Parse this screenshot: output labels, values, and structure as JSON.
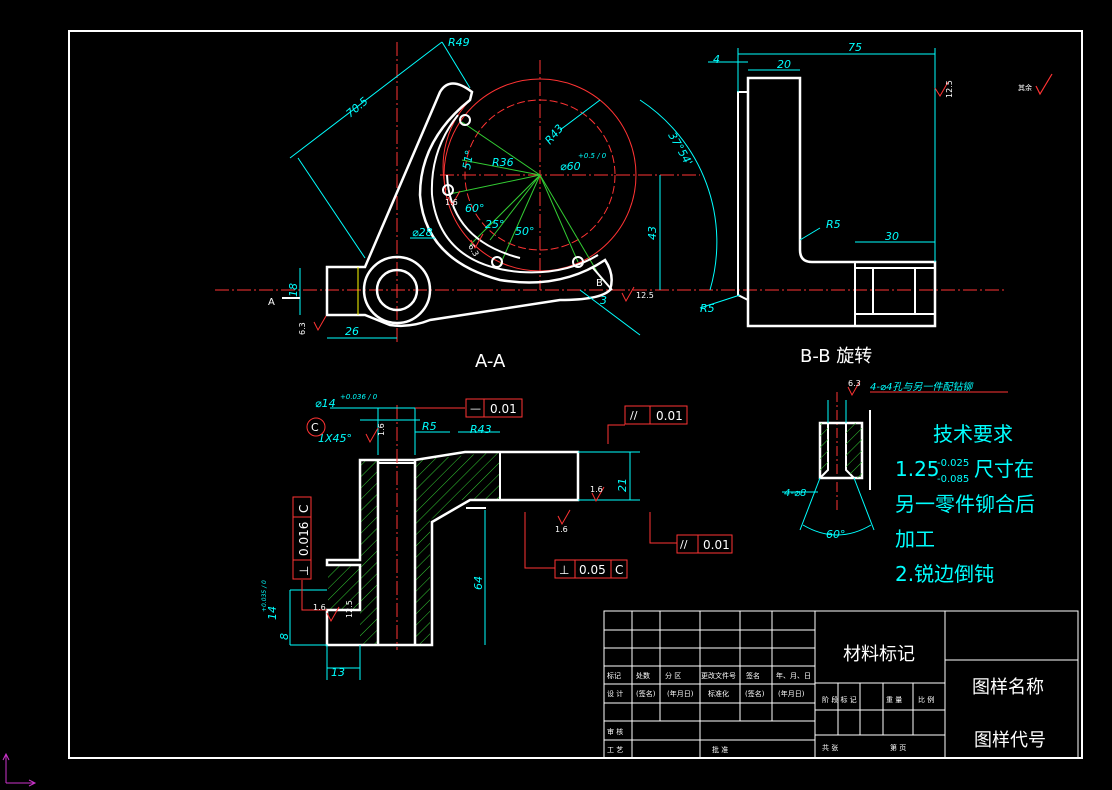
{
  "views": {
    "section_a": "A-A",
    "section_b": "B-B 旋转",
    "cut_mark_a": "A",
    "cut_mark_b": "B"
  },
  "dimensions": {
    "r49": "R49",
    "d70": "70.5",
    "r43_top": "R43",
    "r36": "R36",
    "d60": "⌀60",
    "d60_tol": "+0.5 / 0",
    "ang51": "51°",
    "ang60": "60°",
    "ang25": "25°",
    "ang50": "50°",
    "ang37": "37°54'",
    "d28": "⌀28",
    "d43v": "43",
    "d18": "18",
    "d26": "26",
    "d3": "3",
    "r5_left": "R5",
    "d75": "75",
    "d20": "20",
    "d4": "4",
    "r5_b": "R5",
    "d30": "30",
    "d14": "⌀14",
    "d14_tol": "+0.036 / 0",
    "chamfer": "1X45°",
    "r5_c": "R5",
    "r43_c": "R43",
    "d21": "21",
    "d64": "64",
    "d13": "13",
    "d8": "8",
    "d14b": "14",
    "d14b_tol": "+0.035 / 0"
  },
  "roughness": {
    "r63a": "6.3",
    "r63b": "6.3",
    "r16a": "1.6",
    "r16b": "1.6",
    "r16c": "1.6",
    "r16d": "1.6",
    "r16e": "1.6",
    "r125": "12.5",
    "r125b": "12.5",
    "r63c": "6.3",
    "r125_top": "12.5",
    "datum_c": "C",
    "rest_label": "其余"
  },
  "tolerances": {
    "flat": {
      "sym": "—",
      "val": "0.01"
    },
    "par1": {
      "sym": "//",
      "val": "0.01"
    },
    "par2": {
      "sym": "//",
      "val": "0.01"
    },
    "perp1": {
      "sym": "⊥",
      "val": "0.05",
      "datum": "C"
    },
    "perp2": {
      "sym": "⊥",
      "val": "0.016",
      "datum": "C"
    }
  },
  "detail": {
    "hole_note": "4-⌀4孔与另一件配钻铆",
    "count": "4-⌀8",
    "angle": "60°",
    "rough": "6.3"
  },
  "tech": {
    "title": "技术要求",
    "line1_pre": "1.25",
    "line1_sup": "-0.025",
    "line1_sub": "-0.085",
    "line1_post": "尺寸在",
    "line2": "另一零件铆合后",
    "line3": "加工",
    "line4": "2.锐边倒钝"
  },
  "title_block": {
    "material": "材料标记",
    "drawing_name": "图样名称",
    "drawing_code": "图样代号",
    "row_mark": [
      "标记",
      "处数",
      "分 区",
      "更改文件号",
      "签名",
      "年、月、日"
    ],
    "row_design": [
      "设 计",
      "(签名)",
      "(年月日)",
      "标准化",
      "(签名)",
      "(年月日)"
    ],
    "row_check": [
      "审 核"
    ],
    "row_process": [
      "工 艺",
      "批 准"
    ],
    "stage_row": [
      "阶 段 标 记",
      "重 量",
      "比 例"
    ],
    "sheet_row": [
      "共   张",
      "第   页"
    ]
  }
}
